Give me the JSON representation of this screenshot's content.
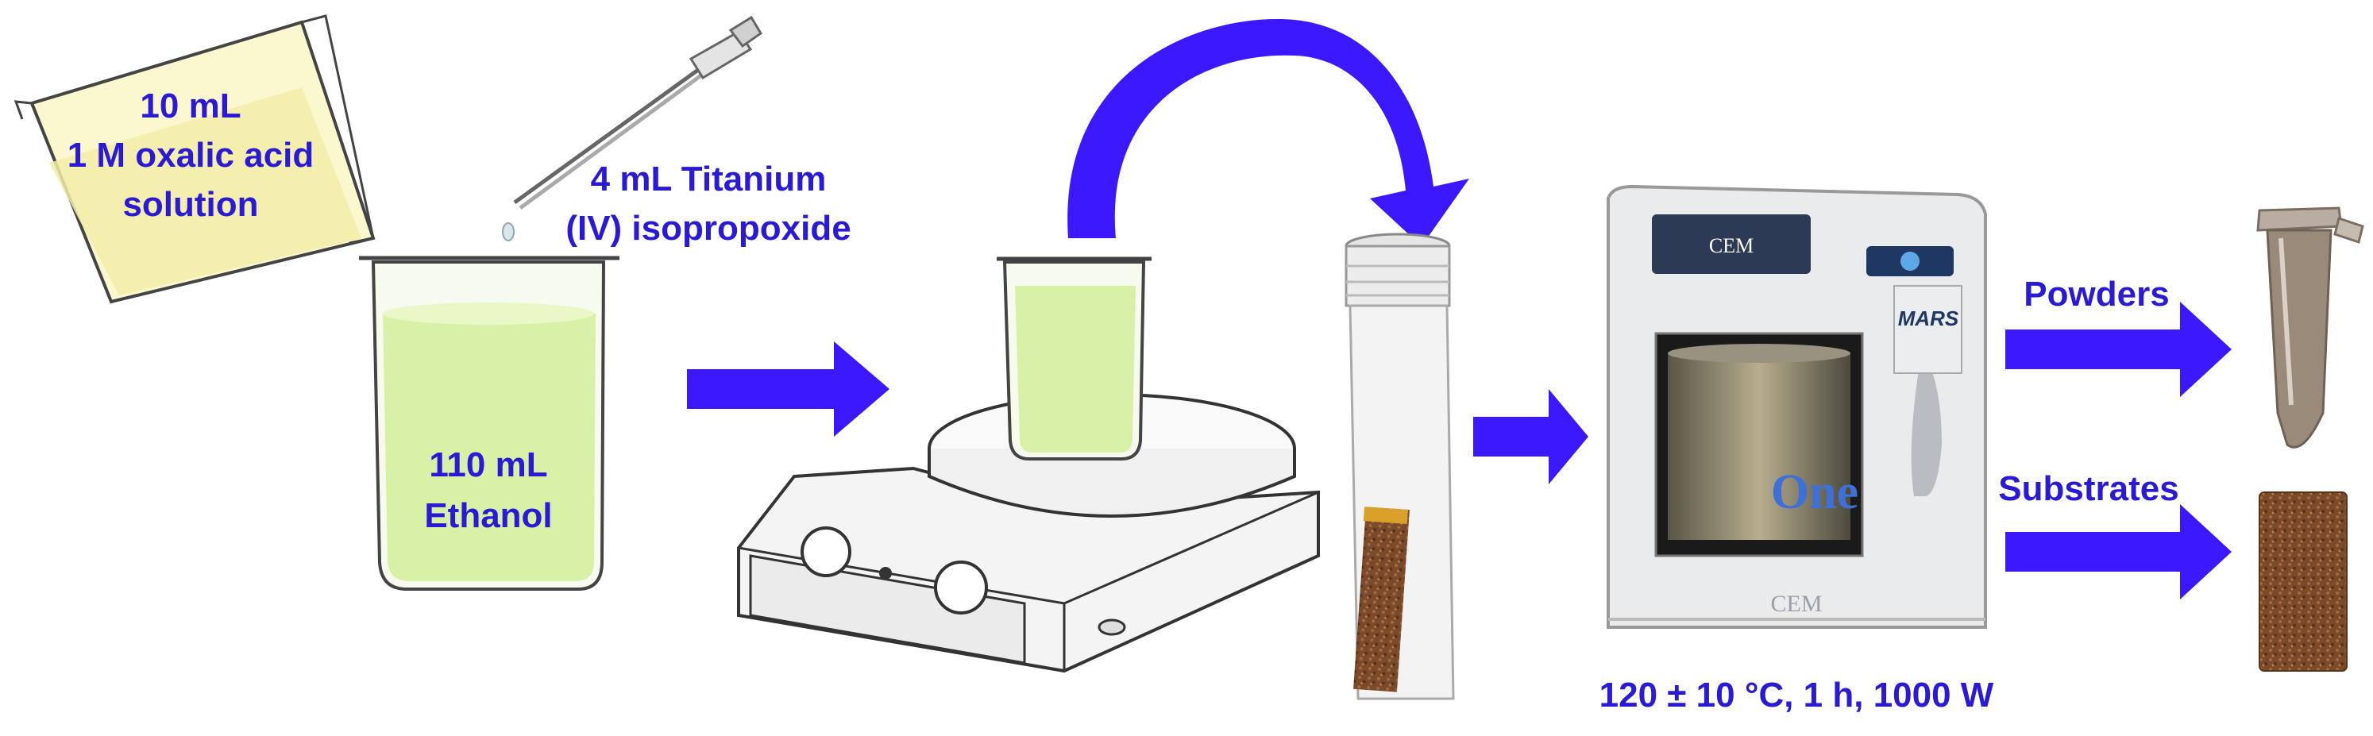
{
  "diagram": {
    "colors": {
      "label": "#2a1ad6",
      "arrow": "#3b18ff",
      "liquid": "#d8f1a6",
      "outline": "#333333",
      "substrate": "#7a4a2a",
      "tube": "#9a8a7a"
    },
    "labels": {
      "oxalic_line1": "10 mL",
      "oxalic_line2": "1 M oxalic acid",
      "oxalic_line3": "solution",
      "titanium_line1": "4 mL Titanium",
      "titanium_line2": "(IV) isopropoxide",
      "ethanol_line1": "110 mL",
      "ethanol_line2": "Ethanol",
      "powders": "Powders",
      "substrates": "Substrates",
      "conditions": "120 ± 10 °C, 1 h, 1000 W",
      "microwave_brand": "CEM",
      "microwave_model": "MARS",
      "microwave_one": "One"
    },
    "icons": [
      "pouring-beaker-icon",
      "pipette-icon",
      "ethanol-beaker-icon",
      "hotplate-stirrer-icon",
      "reaction-vessel-icon",
      "microwave-reactor-icon",
      "eppendorf-tube-icon",
      "substrate-chip-icon"
    ]
  }
}
